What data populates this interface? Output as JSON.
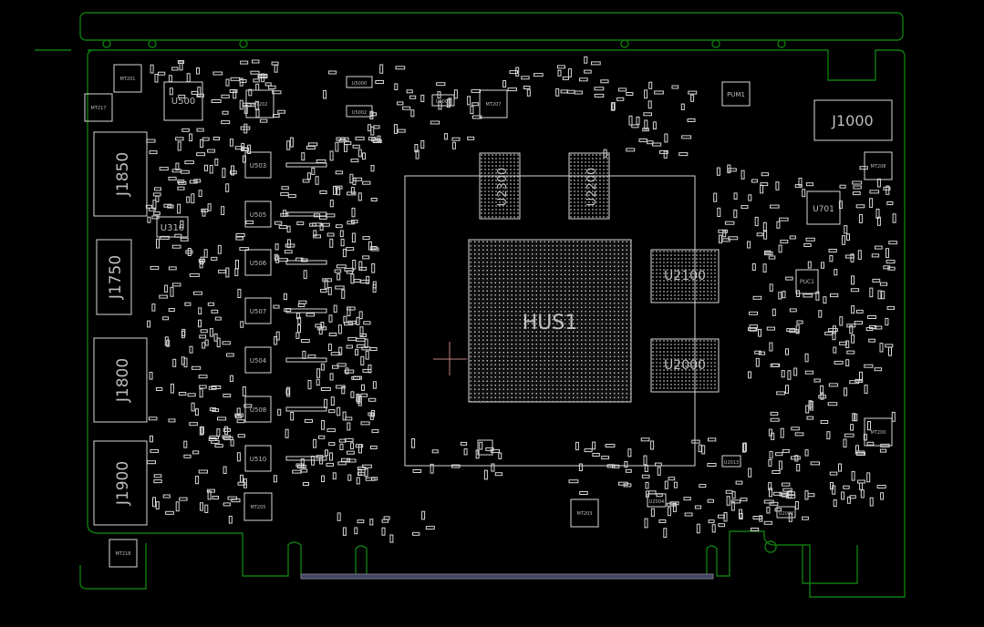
{
  "board": {
    "colors": {
      "background": "#000000",
      "outline": "#0f7a0f",
      "silkscreen": "#d8d8d8",
      "label": "#bdbdbd",
      "crosshair": "#c08080"
    }
  },
  "components": {
    "gpu": "HUS1",
    "memory": [
      "U2300",
      "U2200",
      "U2100",
      "U2000"
    ],
    "connectors": [
      "J1850",
      "J1750",
      "J1800",
      "J1900",
      "J1000"
    ],
    "ics": [
      "U500",
      "U310",
      "U701",
      "PUM1",
      "PUC1"
    ],
    "vrm": [
      "U503",
      "U505",
      "U506",
      "U507",
      "U504",
      "U508",
      "U510"
    ],
    "mounts": [
      "MT201",
      "MT217",
      "MT202",
      "MT207",
      "MT208",
      "MT200",
      "MT218",
      "MT205",
      "MT203"
    ],
    "small": [
      "U5000",
      "U5002",
      "U2003",
      "U2013",
      "U2002",
      "U2004"
    ]
  }
}
